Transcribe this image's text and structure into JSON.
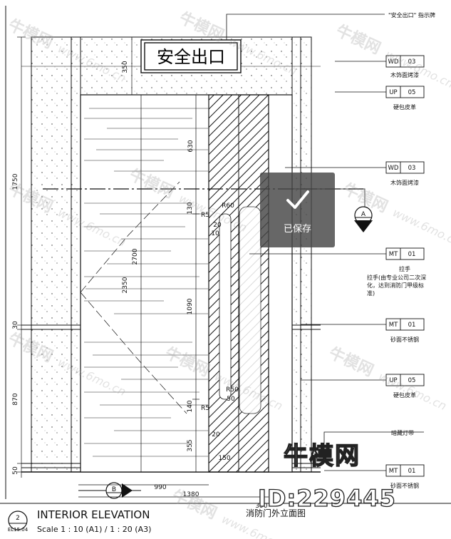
{
  "title_block": {
    "ref_top": "2",
    "ref_bottom": "EL15.04",
    "title": "INTERIOR ELEVATION",
    "scale": "Scale 1 : 10 (A1) / 1 : 20 (A3)",
    "subtitle": "消防门外立面图"
  },
  "sign_text": "安全出口",
  "sign_note": "\"安全出口\" 指示牌",
  "callouts": [
    {
      "code": "WD",
      "num": "03",
      "label": "木饰面烤漆"
    },
    {
      "code": "UP",
      "num": "05",
      "label": "硬包皮革"
    },
    {
      "code": "WD",
      "num": "03",
      "label": "木饰面烤漆"
    },
    {
      "code": "MT",
      "num": "01",
      "label": "拉手",
      "note_lines": [
        "拉手(由专业公司二次深",
        "化，达到消防门甲级标",
        "准)"
      ]
    },
    {
      "code": "MT",
      "num": "01",
      "label": "砂面不锈钢"
    },
    {
      "code": "UP",
      "num": "05",
      "label": "硬包皮革"
    },
    {
      "code": "",
      "num": "",
      "label": "暗藏灯带"
    },
    {
      "code": "MT",
      "num": "01",
      "label": "砂面不锈钢"
    }
  ],
  "section_markers": [
    {
      "letter": "A"
    },
    {
      "letter": "B"
    }
  ],
  "dimensions": {
    "left_vertical": [
      "1750",
      "30",
      "870",
      "50"
    ],
    "inner_vertical": [
      "350",
      "2700",
      "2350",
      "630",
      "130",
      "1090",
      "140",
      "355"
    ],
    "bottom": [
      "990",
      "1380",
      "390"
    ],
    "radii": [
      "R60",
      "R5",
      "R50",
      "R5"
    ],
    "small": [
      "20",
      "10",
      "50",
      "150",
      "20"
    ]
  },
  "toast": {
    "label": "已保存"
  },
  "watermark": {
    "brand": "牛模网",
    "url": "www.6mo.cn",
    "big_logo": "牛模网",
    "id_text": "ID:229445"
  }
}
